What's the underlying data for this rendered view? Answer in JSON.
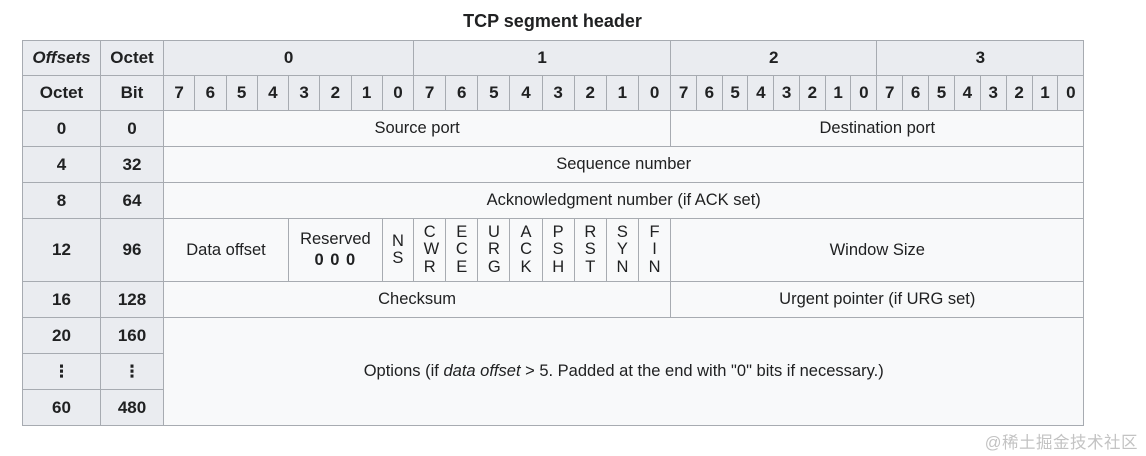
{
  "title": "TCP segment header",
  "watermark": "@稀土掘金技术社区",
  "colors": {
    "page_bg": "#ffffff",
    "header_bg": "#eaecf0",
    "cell_bg": "#f8f9fa",
    "options_bg": "#fdd3d3",
    "border": "#a7abb1",
    "link": "#3366cc",
    "text": "#202122",
    "watermark": "#c3c3c3"
  },
  "header": {
    "offsets": "Offsets",
    "octet_link": "Octet",
    "octet_row_label": "Octet",
    "bit_link": "Bit",
    "bytes": [
      "0",
      "1",
      "2",
      "3"
    ],
    "bits": [
      "7",
      "6",
      "5",
      "4",
      "3",
      "2",
      "1",
      "0",
      "7",
      "6",
      "5",
      "4",
      "3",
      "2",
      "1",
      "0",
      "7",
      "6",
      "5",
      "4",
      "3",
      "2",
      "1",
      "0",
      "7",
      "6",
      "5",
      "4",
      "3",
      "2",
      "1",
      "0"
    ]
  },
  "offset_rows": [
    {
      "octet": "0",
      "bit": "0"
    },
    {
      "octet": "4",
      "bit": "32"
    },
    {
      "octet": "8",
      "bit": "64"
    },
    {
      "octet": "12",
      "bit": "96"
    },
    {
      "octet": "16",
      "bit": "128"
    },
    {
      "octet": "20",
      "bit": "160"
    },
    {
      "octet": "⋮",
      "bit": "⋮"
    },
    {
      "octet": "60",
      "bit": "480"
    }
  ],
  "fields": {
    "source_port": "Source port",
    "destination_port": "Destination port",
    "sequence_number": "Sequence number",
    "acknowledgment_number": "Acknowledgment number (if ACK set)",
    "data_offset": "Data offset",
    "reserved_label": "Reserved",
    "reserved_value": "0 0 0",
    "flags": [
      "NS",
      "CWR",
      "ECE",
      "URG",
      "ACK",
      "PSH",
      "RST",
      "SYN",
      "FIN"
    ],
    "window_size": "Window Size",
    "checksum": "Checksum",
    "urgent_pointer": "Urgent pointer (if URG set)",
    "options_prefix": "Options (if ",
    "options_italic": "data offset",
    "options_suffix": " > 5. Padded at the end with \"0\" bits if necessary.)"
  }
}
